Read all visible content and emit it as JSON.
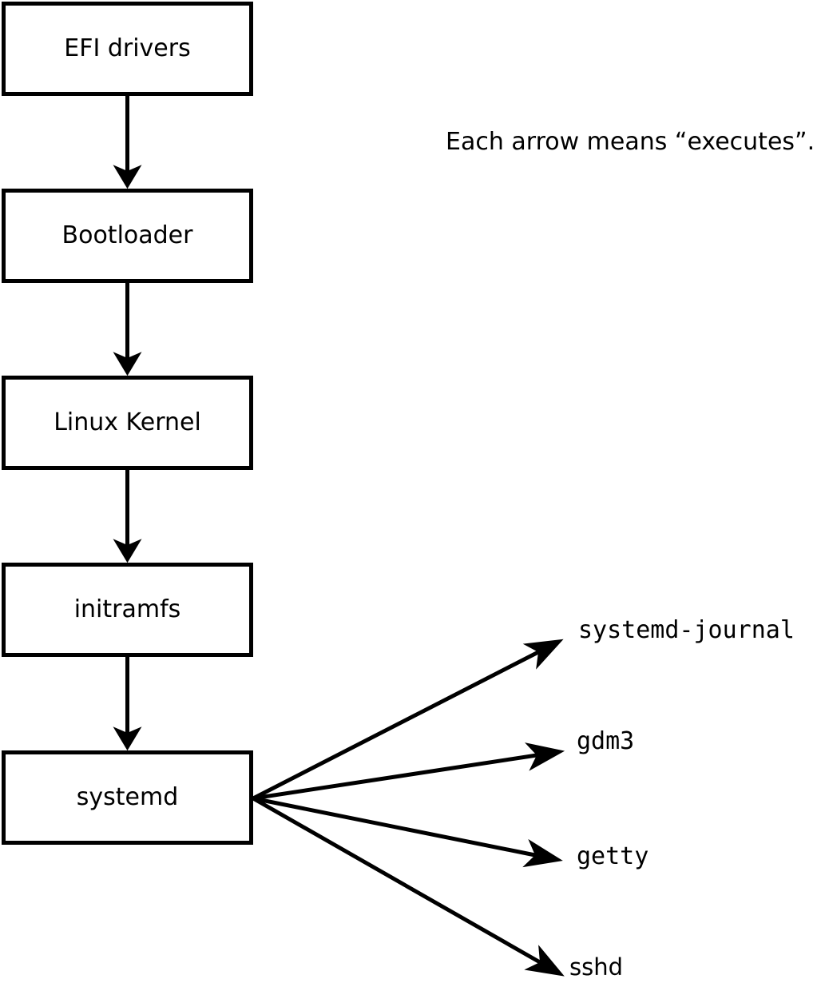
{
  "diagram": {
    "annotation": "Each arrow means “executes”.",
    "chain": [
      {
        "label": "EFI drivers"
      },
      {
        "label": "Bootloader"
      },
      {
        "label": "Linux Kernel"
      },
      {
        "label": "initramfs"
      },
      {
        "label": "systemd"
      }
    ],
    "spawned": [
      {
        "label": "systemd-journal"
      },
      {
        "label": "gdm3"
      },
      {
        "label": "getty"
      },
      {
        "label": "sshd"
      }
    ],
    "colors": {
      "stroke": "#000000",
      "background": "#ffffff",
      "text": "#000000"
    }
  }
}
